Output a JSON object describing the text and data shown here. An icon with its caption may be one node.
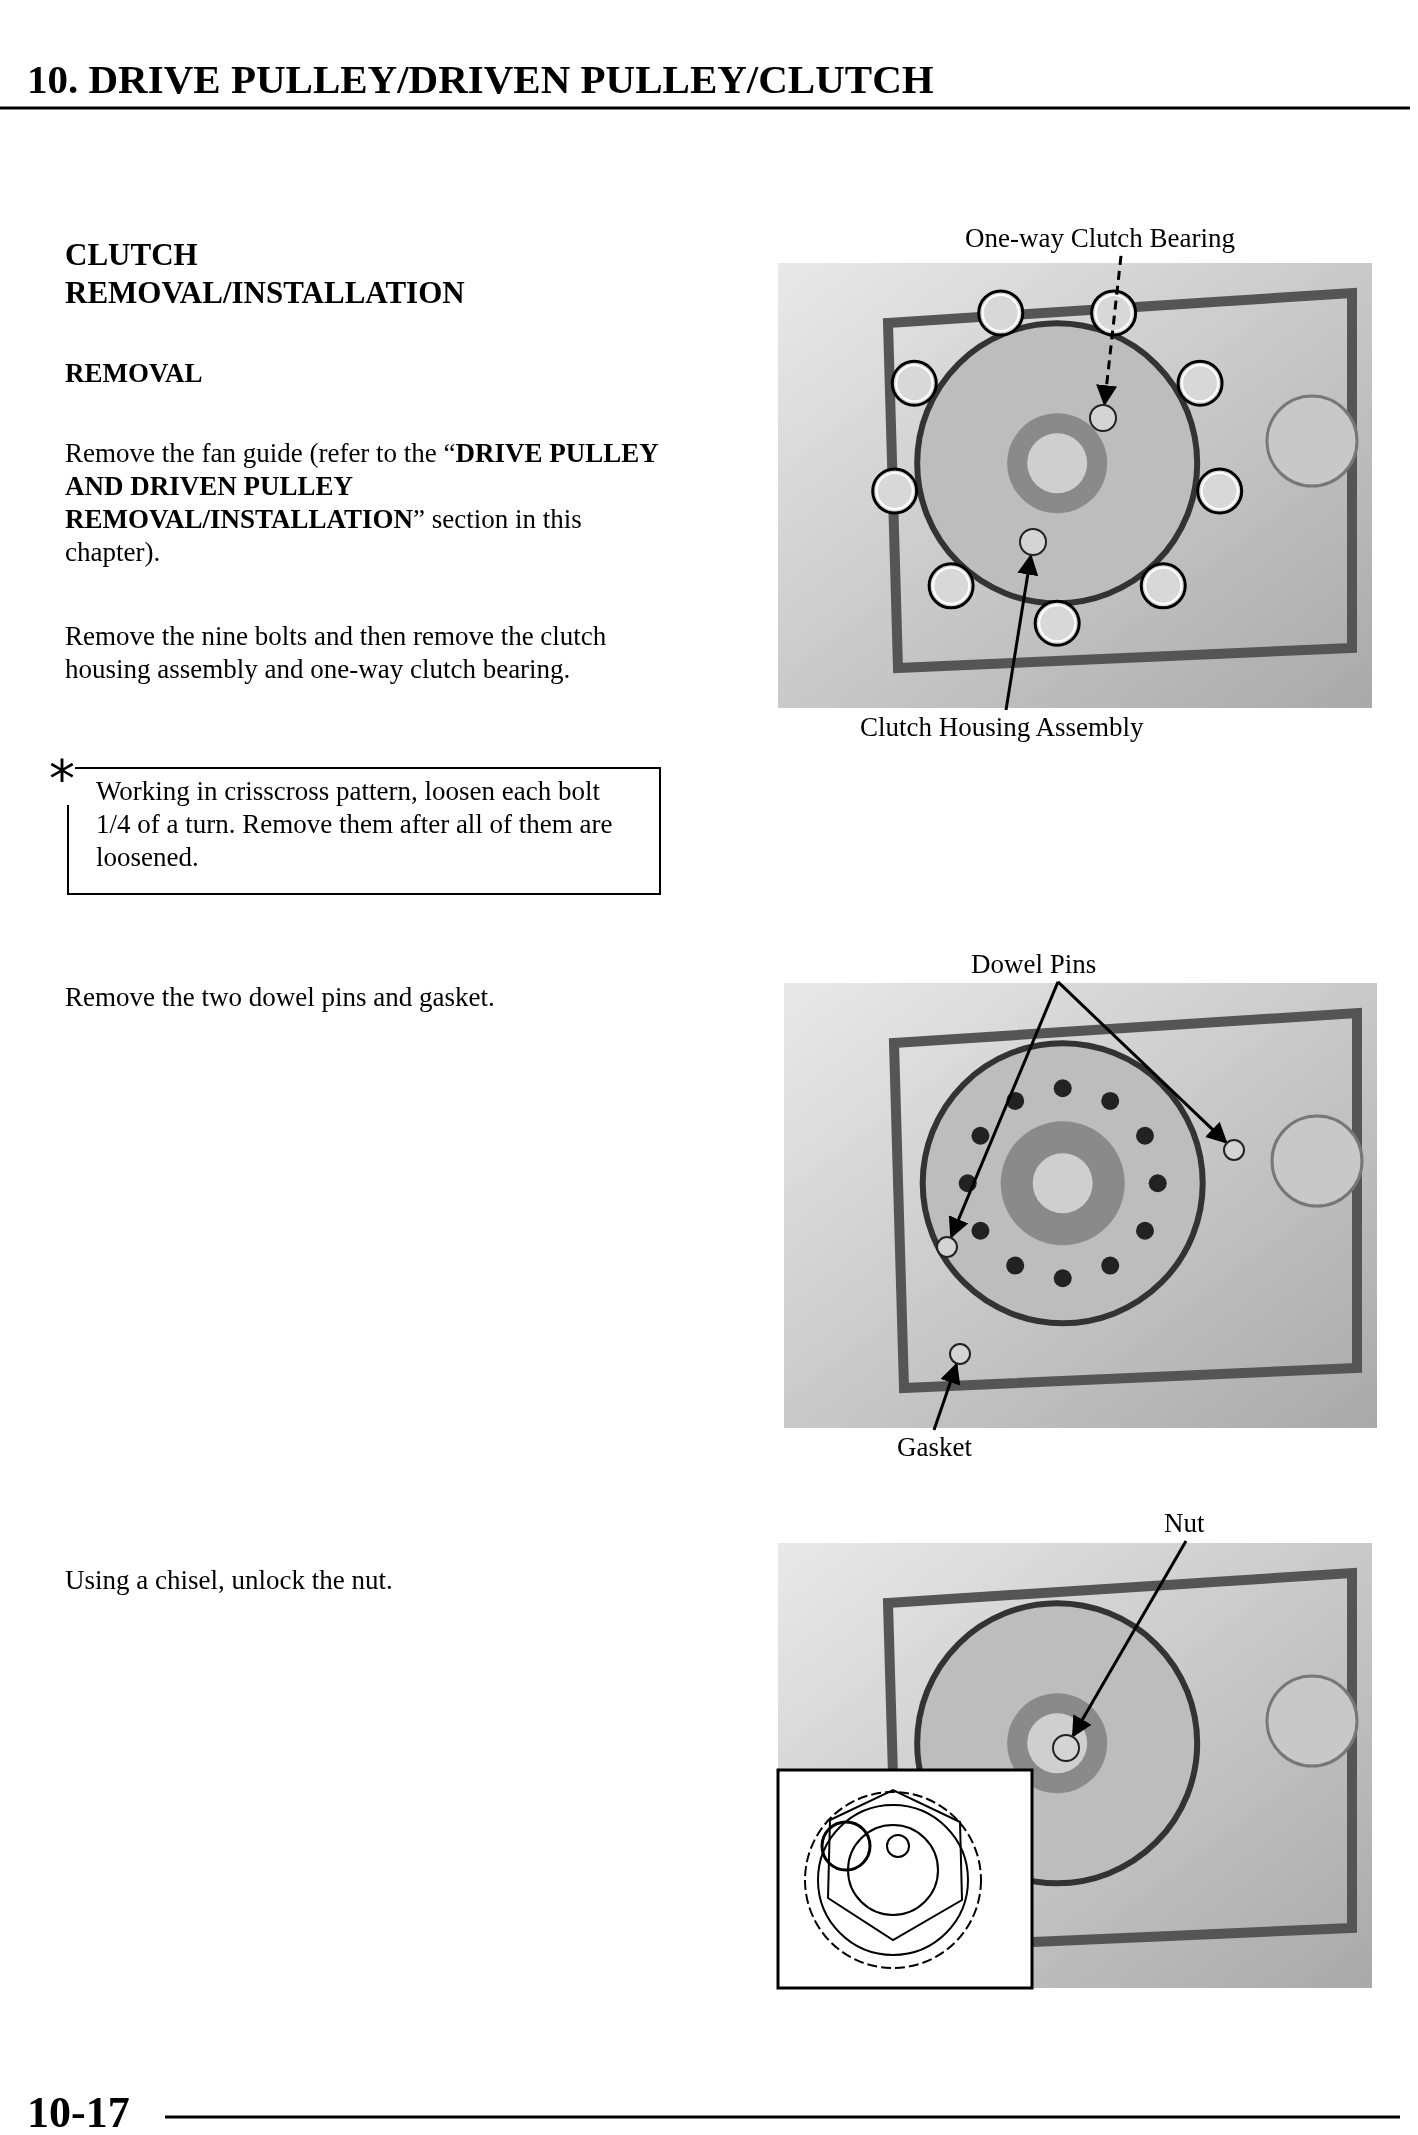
{
  "diagram": {
    "title": "10. DRIVE PULLEY/DRIVEN PULLEY/CLUTCH",
    "nodes": [
      {
        "text": [
          "Working in crisscross pattern, loosen each bolt 1/4 of a turn. Remove them after all of them are loosened."
        ],
        "beside": [
          "*"
        ]
      },
      {
        "text": [
          "One-way Clutch Bearing"
        ]
      },
      {
        "text": [
          "Clutch Housing Assembly"
        ]
      },
      {
        "text": [
          "Dowel Pins"
        ]
      },
      {
        "text": [
          "Gasket"
        ]
      },
      {
        "text": [
          "Nut"
        ]
      },
      {
        "text": [],
        "shape": "circle"
      },
      {
        "text": [],
        "shape": "circle"
      },
      {
        "text": [],
        "shape": "circle"
      },
      {
        "text": [],
        "shape": "circle"
      },
      {
        "text": [],
        "shape": "circle"
      },
      {
        "text": [],
        "shape": "circle"
      }
    ],
    "edges": [
      {
        "from": 1,
        "to": 6,
        "arrow": "to",
        "style": "dashed"
      },
      {
        "from": 2,
        "to": 7,
        "arrow": "to"
      },
      {
        "from": 3,
        "to": 8,
        "arrow": "to"
      },
      {
        "from": 3,
        "to": 9,
        "arrow": "to"
      },
      {
        "from": 4,
        "to": 10,
        "arrow": "to"
      },
      {
        "from": 5,
        "to": 11,
        "arrow": "to"
      }
    ],
    "labels": [
      "CLUTCH REMOVAL/INSTALLATION",
      "REMOVAL",
      "Remove the fan guide (refer to the “**DRIVE PULLEY AND DRIVEN PULLEY REMOVAL/INSTALLATION**” section in this chapter).",
      "Remove the nine bolts and then remove the clutch housing assembly and one-way clutch bearing.",
      "Remove the two dowel pins and gasket.",
      "Using a chisel, unlock the nut.",
      "10-17"
    ]
  }
}
